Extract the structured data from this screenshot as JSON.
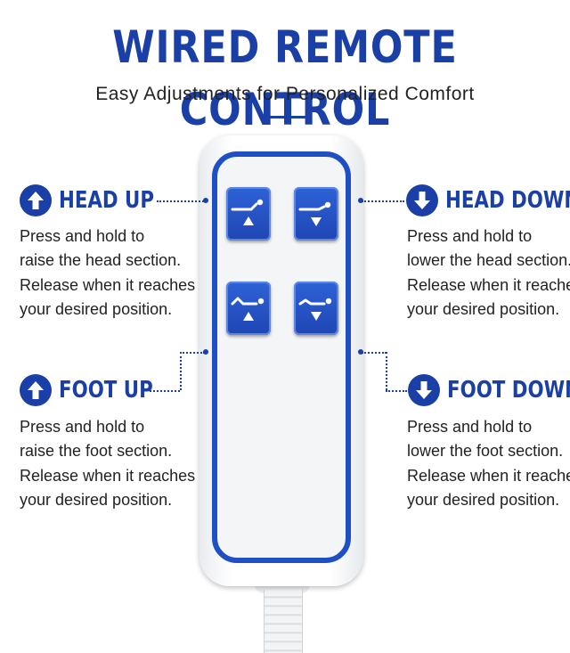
{
  "header": {
    "title": "WIRED REMOTE CONTROL",
    "subtitle": "Easy Adjustments for Personalized Comfort"
  },
  "colors": {
    "brand_blue": "#1a3fa6",
    "button_blue": "#2454c8",
    "text": "#222222"
  },
  "features": {
    "head_up": {
      "icon": "arrow-up-icon",
      "label": "HEAD UP",
      "lines": [
        "Press and hold to",
        "raise the head section.",
        "Release when it reaches",
        "your desired position."
      ]
    },
    "head_down": {
      "icon": "arrow-down-icon",
      "label": "HEAD DOWN",
      "lines": [
        "Press and hold to",
        "lower the head section.",
        "Release when it reaches",
        "your desired position."
      ]
    },
    "foot_up": {
      "icon": "arrow-up-icon",
      "label": "FOOT UP",
      "lines": [
        "Press and hold to",
        "raise the foot section.",
        "Release when it reaches",
        "your desired position."
      ]
    },
    "foot_down": {
      "icon": "arrow-down-icon",
      "label": "FOOT DOWN",
      "lines": [
        "Press and hold to",
        "lower the foot section.",
        "Release when it reaches",
        "your desired position."
      ]
    }
  },
  "remote_buttons": [
    {
      "name": "head-up-button",
      "icon": "head-raise-up-icon"
    },
    {
      "name": "head-down-button",
      "icon": "head-lower-down-icon"
    },
    {
      "name": "foot-up-button",
      "icon": "foot-raise-up-icon"
    },
    {
      "name": "foot-down-button",
      "icon": "foot-lower-down-icon"
    }
  ]
}
